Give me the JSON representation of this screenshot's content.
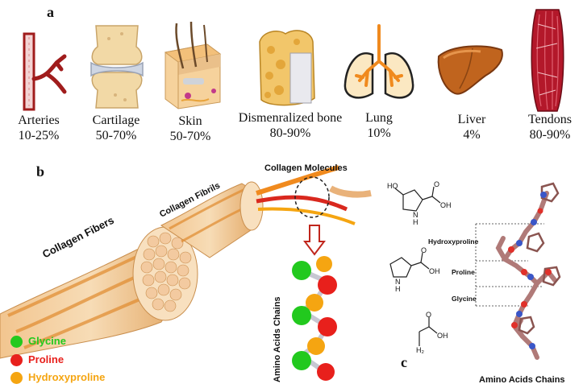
{
  "panel_a": {
    "letter": "a",
    "tissues": [
      {
        "name": "Arteries",
        "percent": "10-25%",
        "icon": "artery-icon"
      },
      {
        "name": "Cartilage",
        "percent": "50-70%",
        "icon": "cartilage-joint-icon"
      },
      {
        "name": "Skin",
        "percent": "50-70%",
        "icon": "skin-section-icon"
      },
      {
        "name": "Dismenralized bone",
        "percent": "80-90%",
        "icon": "bone-icon"
      },
      {
        "name": "Lung",
        "percent": "10%",
        "icon": "lungs-icon"
      },
      {
        "name": "Liver",
        "percent": "4%",
        "icon": "liver-icon"
      },
      {
        "name": "Tendons",
        "percent": "80-90%",
        "icon": "tendon-icon"
      }
    ]
  },
  "panel_b": {
    "letter": "b",
    "labels": {
      "fibers": "Collagen Fibers",
      "fibrils": "Collagen Fibrils",
      "molecules": "Collagen Molecules",
      "amino_chains": "Amino Acids Chains"
    },
    "legend": [
      {
        "name": "Glycine",
        "color": "#22c91e"
      },
      {
        "name": "Proline",
        "color": "#e8201c"
      },
      {
        "name": "Hydroxyproline",
        "color": "#f5a511"
      }
    ]
  },
  "panel_c": {
    "letter": "c",
    "residue_labels": [
      "Hydroxyproline",
      "Proline",
      "Glycine"
    ],
    "structure_label": "Amino Acids Chains",
    "chem": {
      "ho": "HO",
      "nh": "N",
      "h": "H",
      "oh": "OH",
      "o": "O",
      "h2": "H₂"
    }
  },
  "colors": {
    "artery": "#a01c1c",
    "tan": "#efc38f",
    "orange": "#f08a1e",
    "red": "#d9281e",
    "stick": "#b07a78",
    "blue": "#3a56c8"
  }
}
